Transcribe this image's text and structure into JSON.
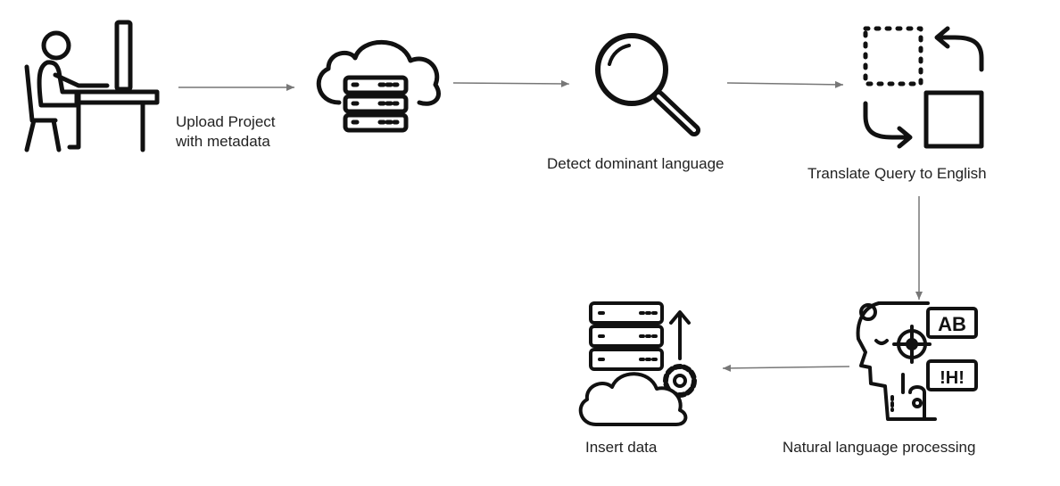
{
  "steps": {
    "upload": {
      "label": "Upload Project\nwith metadata",
      "icon": "user-at-desk-icon"
    },
    "cloud": {
      "icon": "cloud-server-icon"
    },
    "detect": {
      "label": "Detect dominant language",
      "icon": "magnifier-icon"
    },
    "translate": {
      "label": "Translate Query to English",
      "icon": "translate-swap-icon"
    },
    "nlp": {
      "label": "Natural language processing",
      "icon": "ai-head-language-icon"
    },
    "insert": {
      "label": "Insert data",
      "icon": "database-cloud-upload-icon"
    }
  },
  "colors": {
    "stroke": "#111111",
    "arrow": "#777777",
    "text": "#222222"
  }
}
